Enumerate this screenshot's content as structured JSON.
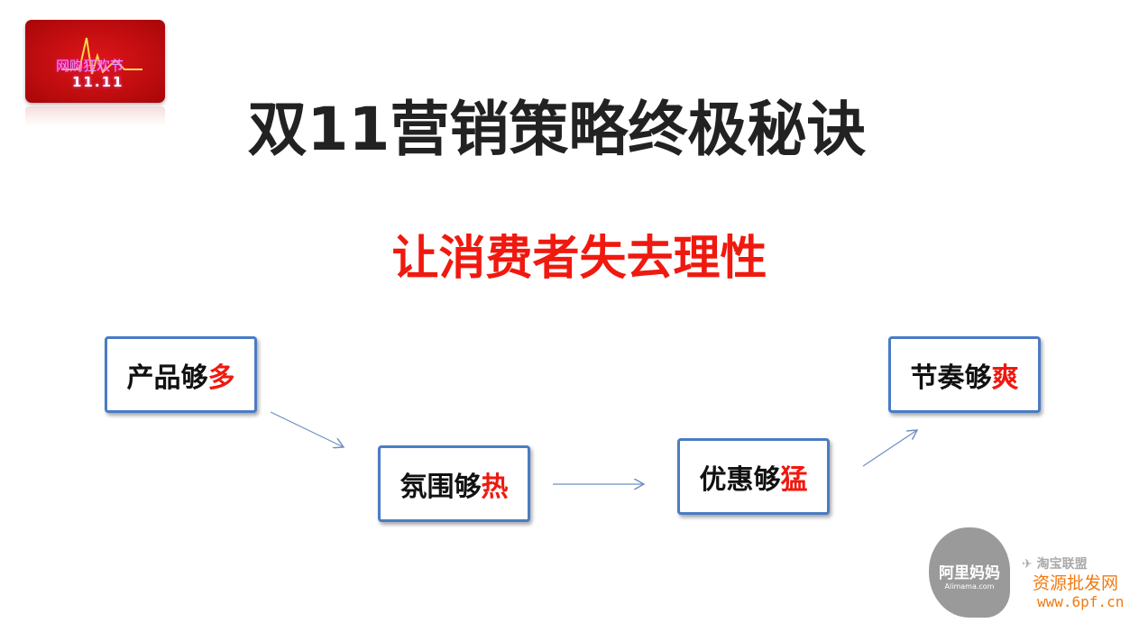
{
  "logo": {
    "line1": "网购狂欢节",
    "line2": "11.11"
  },
  "title": "双11营销策略终极秘诀",
  "subtitle": "让消费者失去理性",
  "steps": [
    {
      "prefix": "产品够",
      "highlight": "多"
    },
    {
      "prefix": "氛围够",
      "highlight": "热"
    },
    {
      "prefix": "优惠够",
      "highlight": "猛"
    },
    {
      "prefix": "节奏够",
      "highlight": "爽"
    }
  ],
  "footer": {
    "alimama_cn": "阿里妈妈",
    "alimama_en": "Alimama.com",
    "partner": "淘宝联盟",
    "watermark_cn": "资源批发网",
    "watermark_url": "www.6pf.cn"
  },
  "colors": {
    "accent": "#f0190f",
    "box_border": "#4a7cc4",
    "arrow": "#6f8fc0"
  }
}
